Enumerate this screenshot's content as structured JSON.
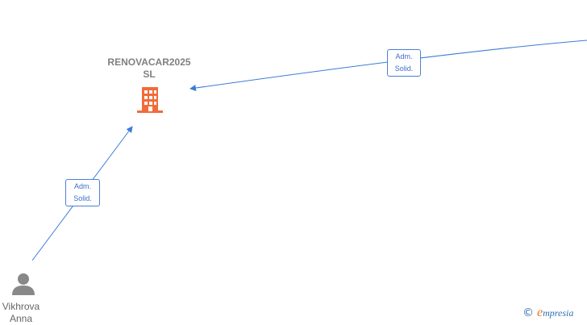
{
  "nodes": {
    "company": {
      "name_line1": "RENOVACAR2025",
      "name_line2": "SL",
      "icon": "building-icon",
      "color": "#f26b3a"
    },
    "person": {
      "name_line1": "Vikhrova",
      "name_line2": "Anna",
      "icon": "person-icon",
      "color": "#888888"
    }
  },
  "edges": [
    {
      "line1": "Adm.",
      "line2": "Solid."
    },
    {
      "line1": "Adm.",
      "line2": "Solid."
    }
  ],
  "edge_color": "#3d7bd6",
  "brand": {
    "copyright": "©",
    "initial": "e",
    "name": "mpresia"
  }
}
